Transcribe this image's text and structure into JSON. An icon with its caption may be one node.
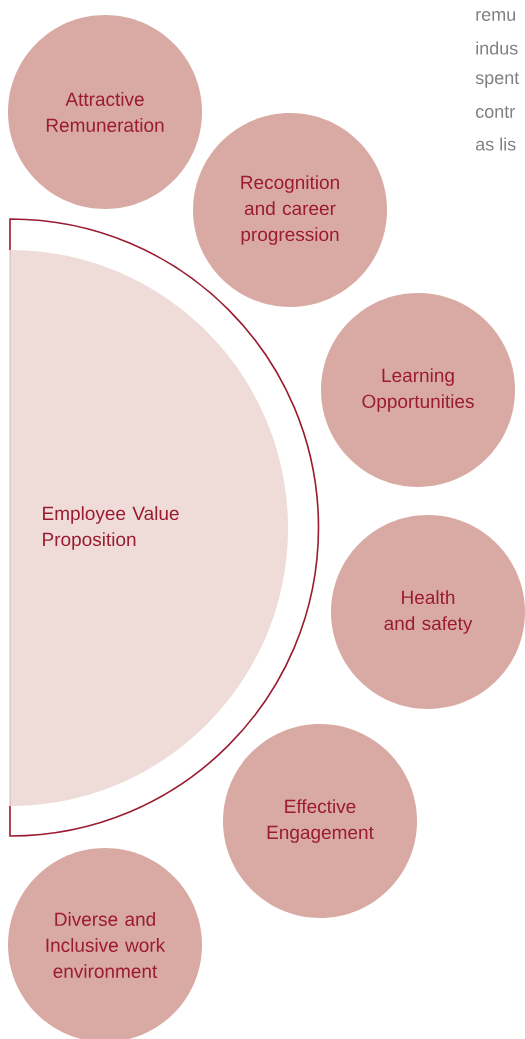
{
  "diagram": {
    "nodes": [
      {
        "text": [
          "Employee Value Proposition"
        ]
      },
      {
        "text": [
          "Attractive Remuneration"
        ]
      },
      {
        "text": [
          "Recognition and career progression"
        ]
      },
      {
        "text": [
          "Learning Opportunities"
        ]
      },
      {
        "text": [
          "Health and safety"
        ]
      },
      {
        "text": [
          "Effective Engagement"
        ]
      },
      {
        "text": [
          "Diverse and Inclusive work environment"
        ]
      }
    ],
    "labels": [
      "remu",
      "indus",
      "spent",
      "contr",
      "as lis"
    ]
  }
}
